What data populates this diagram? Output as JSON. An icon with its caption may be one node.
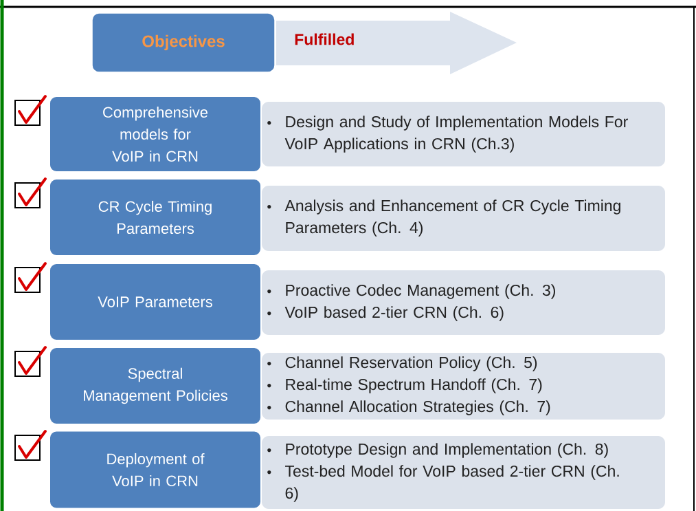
{
  "diagram": {
    "nodes": [
      {
        "text": [
          "Objectives"
        ]
      },
      {
        "text": [
          "Fulfilled"
        ]
      },
      {
        "text": [
          "Comprehensive models for VoIP in CRN"
        ]
      },
      {
        "text": [
          "Design and Study of Implementation Models For VoIP Applications in CRN (Ch.3)"
        ]
      },
      {
        "text": [
          "CR Cycle Timing Parameters"
        ]
      },
      {
        "text": [
          "Analysis and Enhancement of CR Cycle Timing Parameters (Ch. 4)"
        ]
      },
      {
        "text": [
          "VoIP Parameters"
        ]
      },
      {
        "text": [
          "Proactive Codec Management (Ch. 3)",
          "VoIP based 2-tier CRN (Ch. 6)"
        ]
      },
      {
        "text": [
          "Spectral Management Policies"
        ]
      },
      {
        "text": [
          "Channel Reservation Policy (Ch. 5)",
          "Real-time Spectrum Handoff (Ch. 7)",
          "Channel Allocation Strategies (Ch. 7)"
        ]
      },
      {
        "text": [
          "Deployment of VoIP in CRN"
        ]
      },
      {
        "text": [
          "Prototype Design and Implementation (Ch. 8)",
          "Test-bed Model for VoIP based 2-tier CRN (Ch. 6)"
        ]
      }
    ],
    "edges": []
  }
}
